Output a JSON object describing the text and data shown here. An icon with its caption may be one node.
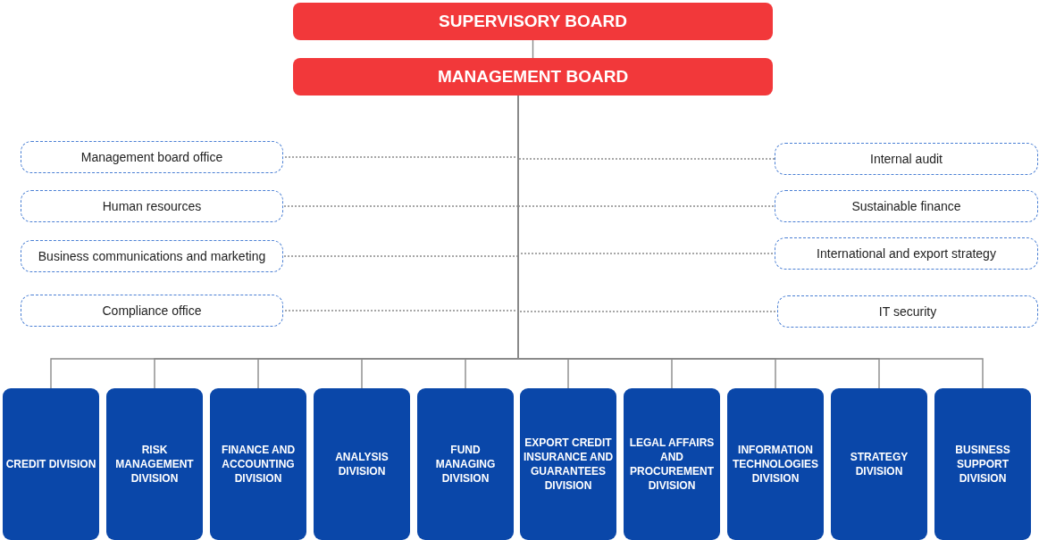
{
  "diagram": {
    "nodes": [
      {
        "text": [
          "SUPERVISORY BOARD"
        ]
      },
      {
        "text": [
          "MANAGEMENT BOARD"
        ]
      },
      {
        "text": [
          "Management board office"
        ]
      },
      {
        "text": [
          "Internal audit"
        ]
      },
      {
        "text": [
          "Human resources"
        ]
      },
      {
        "text": [
          "Sustainable finance"
        ]
      },
      {
        "text": [
          "Business communications and marketing"
        ]
      },
      {
        "text": [
          "International and export strategy"
        ]
      },
      {
        "text": [
          "Compliance office"
        ]
      },
      {
        "text": [
          "IT security"
        ]
      },
      {
        "text": [
          "CREDIT DIVISION"
        ]
      },
      {
        "text": [
          "RISK MANAGEMENT DIVISION"
        ]
      },
      {
        "text": [
          "FINANCE AND ACCOUNTING DIVISION"
        ]
      },
      {
        "text": [
          "ANALYSIS DIVISION"
        ]
      },
      {
        "text": [
          "FUND MANAGING DIVISION"
        ]
      },
      {
        "text": [
          "EXPORT CREDIT INSURANCE AND GUARANTEES DIVISION"
        ]
      },
      {
        "text": [
          "LEGAL AFFAIRS AND PROCUREMENT DIVISION"
        ]
      },
      {
        "text": [
          "INFORMATION TECHNOLOGIES DIVISION"
        ]
      },
      {
        "text": [
          "STRATEGY DIVISION"
        ]
      },
      {
        "text": [
          "BUSINESS SUPPORT DIVISION"
        ]
      }
    ],
    "edges": [
      {
        "from": 0,
        "to": 1,
        "arrow": "none"
      },
      {
        "from": 1,
        "to": 2,
        "arrow": "none",
        "style": "dashed"
      },
      {
        "from": 1,
        "to": 3,
        "arrow": "none",
        "style": "dashed"
      },
      {
        "from": 1,
        "to": 4,
        "arrow": "none",
        "style": "dashed"
      },
      {
        "from": 1,
        "to": 5,
        "arrow": "none",
        "style": "dashed"
      },
      {
        "from": 1,
        "to": 6,
        "arrow": "none",
        "style": "dashed"
      },
      {
        "from": 1,
        "to": 7,
        "arrow": "none",
        "style": "dashed"
      },
      {
        "from": 1,
        "to": 8,
        "arrow": "none",
        "style": "dashed"
      },
      {
        "from": 1,
        "to": 9,
        "arrow": "none",
        "style": "dashed"
      },
      {
        "from": 1,
        "to": 10,
        "arrow": "none"
      },
      {
        "from": 1,
        "to": 11,
        "arrow": "none"
      },
      {
        "from": 1,
        "to": 12,
        "arrow": "none"
      },
      {
        "from": 1,
        "to": 13,
        "arrow": "none"
      },
      {
        "from": 1,
        "to": 14,
        "arrow": "none"
      },
      {
        "from": 1,
        "to": 15,
        "arrow": "none"
      },
      {
        "from": 1,
        "to": 16,
        "arrow": "none"
      },
      {
        "from": 1,
        "to": 17,
        "arrow": "none"
      },
      {
        "from": 1,
        "to": 18,
        "arrow": "none"
      },
      {
        "from": 1,
        "to": 19,
        "arrow": "none"
      }
    ]
  }
}
